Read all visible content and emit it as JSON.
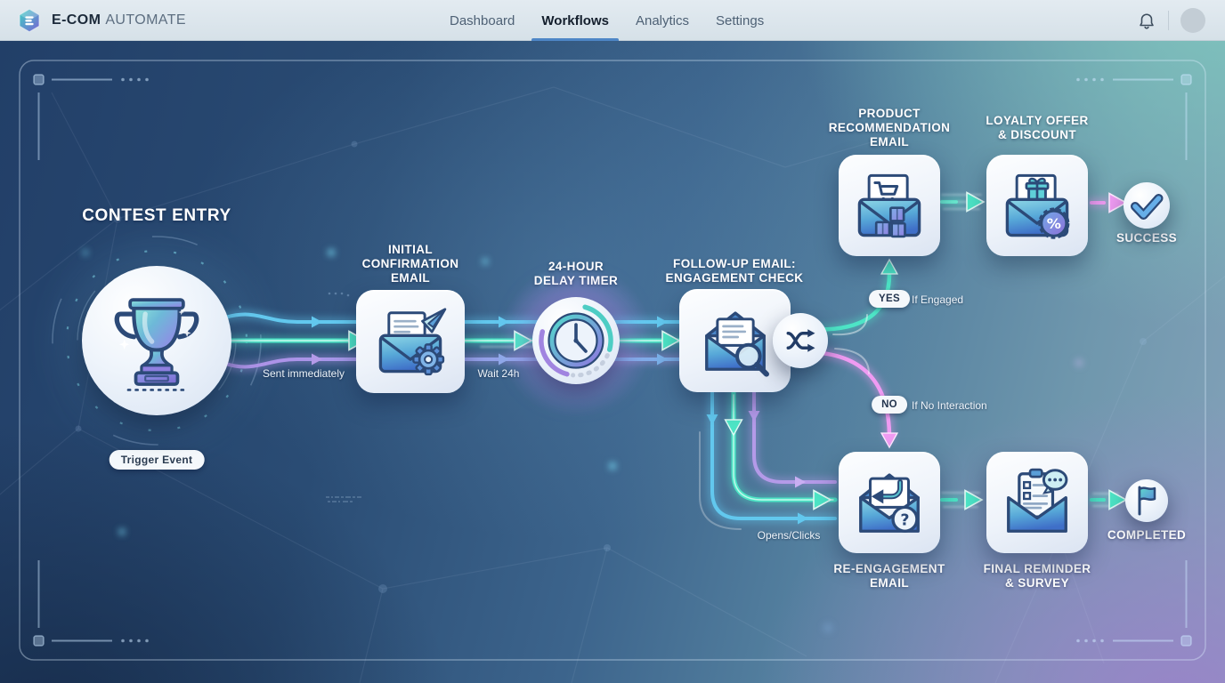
{
  "header": {
    "brand": {
      "primary": "E-COM",
      "secondary": "AUTOMATE"
    },
    "nav": [
      {
        "label": "Dashboard"
      },
      {
        "label": "Workflows"
      },
      {
        "label": "Analytics"
      },
      {
        "label": "Settings"
      }
    ]
  },
  "canvas": {
    "nodes": {
      "contest": {
        "title": "CONTEST ENTRY",
        "badge": "Trigger Event"
      },
      "confirmation": {
        "title": "INITIAL\nCONFIRMATION\nEMAIL"
      },
      "timer": {
        "title": "24-HOUR\nDELAY TIMER"
      },
      "followup": {
        "title": "FOLLOW-UP EMAIL:\nENGAGEMENT CHECK"
      },
      "product": {
        "title": "PRODUCT\nRECOMMENDATION\nEMAIL"
      },
      "loyalty": {
        "title": "LOYALTY OFFER\n& DISCOUNT"
      },
      "success": {
        "label": "SUCCESS"
      },
      "reengagement": {
        "title": "RE-ENGAGEMENT\nEMAIL"
      },
      "final": {
        "title": "FINAL REMINDER\n& SURVEY"
      },
      "completed": {
        "label": "COMPLETED"
      }
    },
    "edges": {
      "sent": "Sent immediately",
      "wait": "Wait 24h",
      "yes_badge": "YES",
      "yes_label": "If Engaged",
      "no_badge": "NO",
      "no_label": "If No Interaction",
      "opens": "Opens/Clicks"
    },
    "icon_glyphs": {
      "percent": "%",
      "question": "?"
    },
    "colors": {
      "teal": "#4de5c6",
      "blue": "#62c8ee",
      "purple": "#b49ae8",
      "pink": "#ef9bf2",
      "accent": "#4e86c6"
    }
  }
}
